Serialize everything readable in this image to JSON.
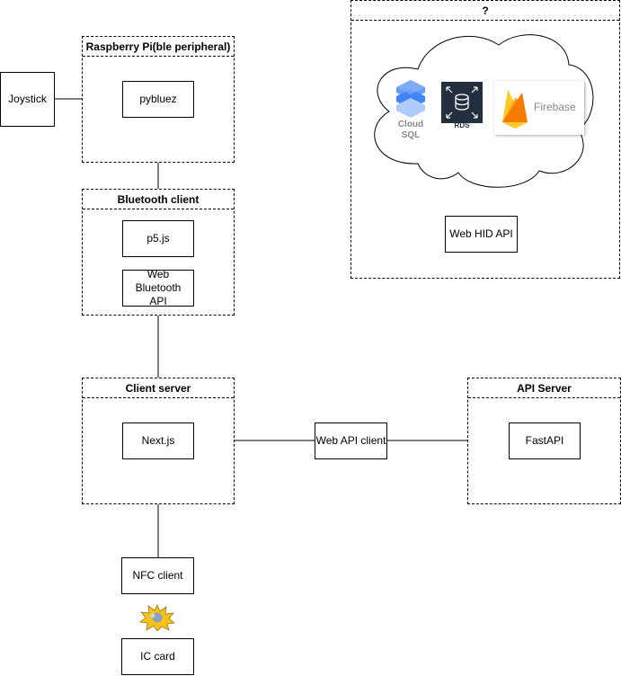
{
  "groups": {
    "raspberry": "Raspberry Pi(ble peripheral)",
    "bluetooth": "Bluetooth client",
    "client_server": "Client server",
    "api_server": "API Server",
    "unknown": "?"
  },
  "boxes": {
    "joystick": "Joystick",
    "pybluez": "pybluez",
    "p5js": "p5.js",
    "web_bluetooth": "Web Bluetooth API",
    "nextjs": "Next.js",
    "web_api_client": "Web API client",
    "fastapi": "FastAPI",
    "web_hid": "Web HID API",
    "nfc_client": "NFC client",
    "ic_card": "IC card"
  },
  "logos": {
    "cloud_sql": "Cloud SQL",
    "rds": "RDS",
    "firebase": "Firebase"
  },
  "colors": {
    "cloud_sql_blue": "#4a86e8",
    "rds_bg": "#232f3e",
    "firebase_yellow": "#ffca28",
    "firebase_orange": "#f57c00"
  }
}
